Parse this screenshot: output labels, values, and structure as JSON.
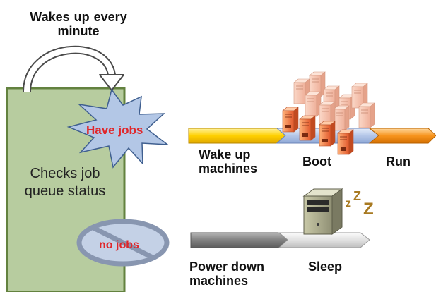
{
  "title": "Wakes up every minute",
  "box_label": "Checks job queue status",
  "branches": {
    "have_jobs": "Have jobs",
    "no_jobs": "no jobs"
  },
  "stages_active": {
    "wake_up": "Wake up machines",
    "boot": "Boot",
    "run": "Run"
  },
  "stages_idle": {
    "power_down": "Power down machines",
    "sleep": "Sleep"
  },
  "sleep_symbol": "zZZ",
  "colors": {
    "box_fill": "#b7cc9f",
    "box_border": "#63823f",
    "accent_red": "#e0262a",
    "starburst_fill": "#b3c7e6",
    "wake_arrow": "#ffd000",
    "run_arrow": "#f7941d",
    "power_arrow": "#808080",
    "sleep_arrow": "#d9d9d9",
    "zzz": "#a87a22"
  },
  "icons": {
    "loop_arrow": "curved-loop-arrow-icon",
    "server_cluster": "server-cluster-icon",
    "tower_server": "tower-server-icon",
    "no_symbol": "prohibition-icon"
  }
}
